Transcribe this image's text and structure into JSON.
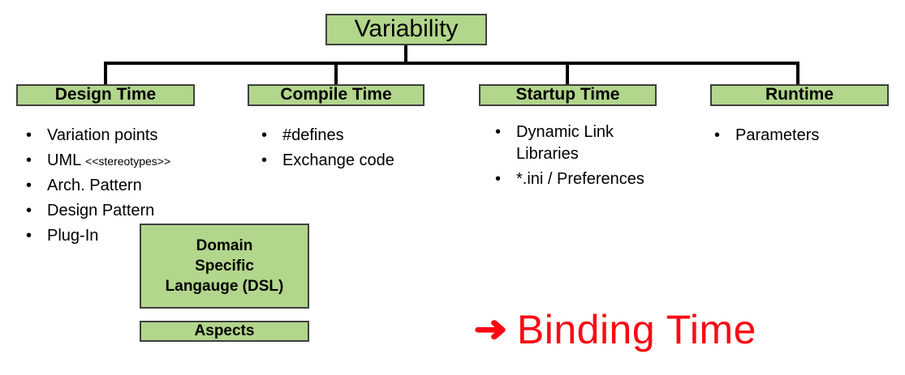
{
  "diagram": {
    "root": {
      "label": "Variability"
    },
    "colors": {
      "box_fill": "#b2d68c",
      "box_border": "#3f3f3f",
      "connector": "#000000",
      "callout_red": "#fa0a14",
      "text": "#000000"
    },
    "columns": [
      {
        "header": "Design Time",
        "items": [
          {
            "text": "Variation points"
          },
          {
            "text": "UML ",
            "suffix_small": "<<stereotypes>>"
          },
          {
            "text": "Arch. Pattern"
          },
          {
            "text": "Design Pattern"
          },
          {
            "text": "Plug-In"
          }
        ]
      },
      {
        "header": "Compile Time",
        "items": [
          {
            "text": "#defines"
          },
          {
            "text": "Exchange code"
          }
        ]
      },
      {
        "header": "Startup Time",
        "items": [
          {
            "text": "Dynamic Link Libraries"
          },
          {
            "text": "*.ini / Preferences"
          }
        ]
      },
      {
        "header": "Runtime",
        "items": [
          {
            "text": "Parameters"
          }
        ]
      }
    ],
    "extra_boxes": [
      {
        "lines": [
          "Domain",
          "Specific",
          "Langauge (DSL)"
        ]
      },
      {
        "lines": [
          "Aspects"
        ]
      }
    ],
    "callout": {
      "arrow_icon": "arrow-right-icon",
      "arrow_glyph": "➜",
      "label": "Binding Time"
    }
  }
}
